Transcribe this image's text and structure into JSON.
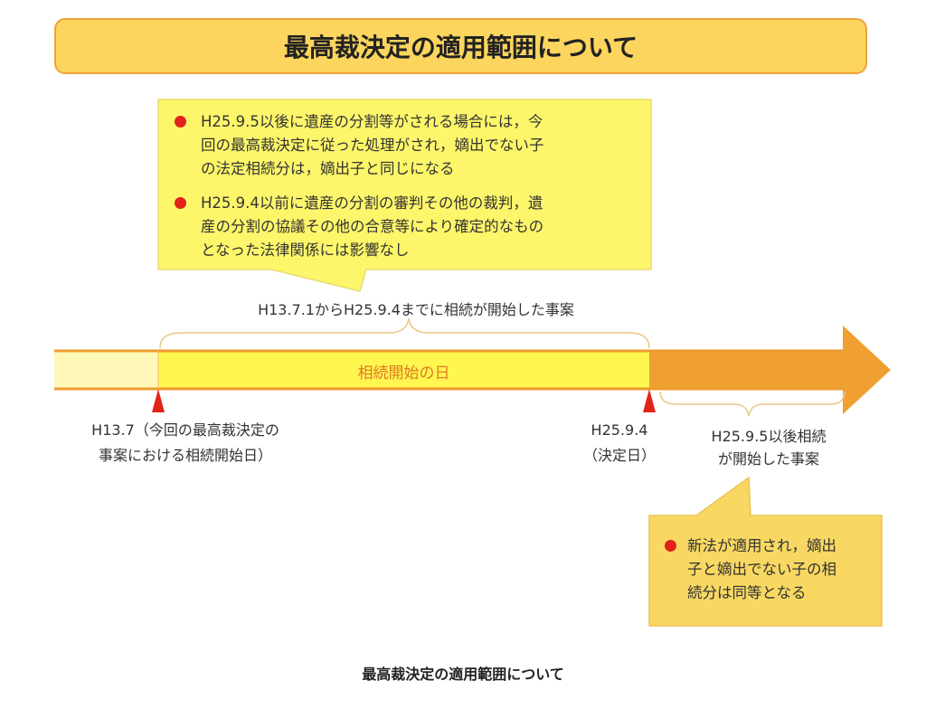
{
  "title": "最高裁決定の適用範囲について",
  "callout_top": {
    "bullets": [
      {
        "lines": [
          "H25.9.5以後に遺産の分割等がされる場合には，今",
          "回の最高裁決定に従った処理がされ，嫡出でない子",
          "の法定相続分は，嫡出子と同じになる"
        ]
      },
      {
        "lines": [
          "H25.9.4以前に遺産の分割の審判その他の裁判，遺",
          "産の分割の協議その他の合意等により確定的なもの",
          "となった法律関係には影響なし"
        ]
      }
    ]
  },
  "range_label": "H13.7.1からH25.9.4までに相続が開始した事案",
  "bar_label": "相続開始の日",
  "marker_left": {
    "lines": [
      "H13.7（今回の最高裁決定の",
      "事案における相続開始日）"
    ]
  },
  "marker_right": {
    "lines": [
      "H25.9.4",
      "（決定日）"
    ]
  },
  "after_label": {
    "lines": [
      "H25.9.5以後相続",
      "が開始した事案"
    ]
  },
  "callout_bottom": {
    "lines": [
      "新法が適用され，嫡出",
      "子と嫡出でない子の相",
      "続分は同等となる"
    ]
  },
  "caption": "最高裁決定の適用範囲について",
  "colors": {
    "title_fill": "#fcd55e",
    "callout_top": "#fdf66a",
    "callout_bottom": "#f8d862",
    "bar_yellow": "#fff650",
    "arrow_orange": "#f0a030",
    "bullet_red": "#e2231a"
  }
}
